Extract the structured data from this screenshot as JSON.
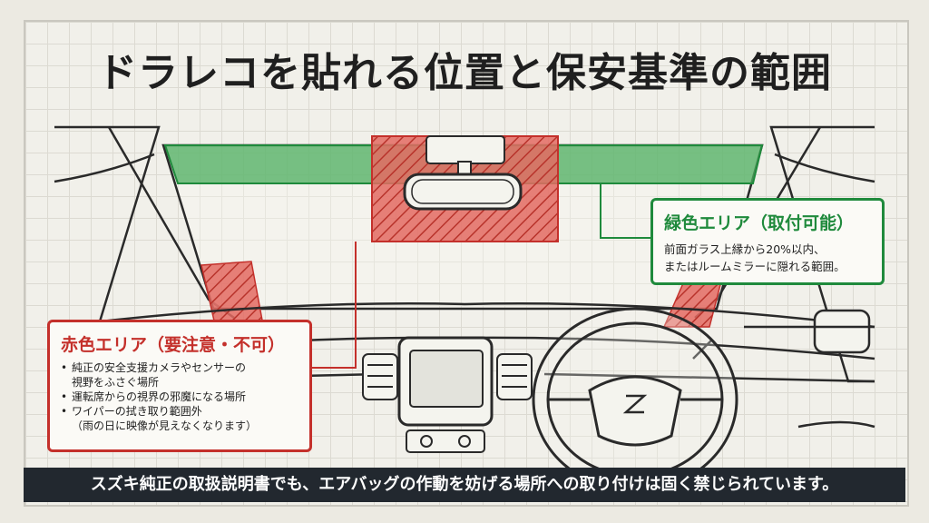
{
  "title": "ドラレコを貼れる位置と保安基準の範囲",
  "green_callout": {
    "heading": "緑色エリア（取付可能）",
    "lines": [
      "前面ガラス上縁から20%以内、",
      "またはルームミラーに隠れる範囲。"
    ]
  },
  "red_callout": {
    "heading": "赤色エリア（要注意・不可）",
    "items": [
      "純正の安全支援カメラやセンサーの",
      "視野をふさぐ場所",
      "運転席からの視界の邪魔になる場所",
      "ワイパーの拭き取り範囲外",
      "（雨の日に映像が見えなくなります）"
    ]
  },
  "banner": "スズキ純正の取扱説明書でも、エアバッグの作動を妨げる場所への取り付けは固く禁じられています。",
  "colors": {
    "green": "#1f8a3c",
    "red": "#c4302b",
    "banner_bg": "#22282f"
  },
  "icons": {
    "steering_emblem": "suzuki-emblem-icon"
  }
}
